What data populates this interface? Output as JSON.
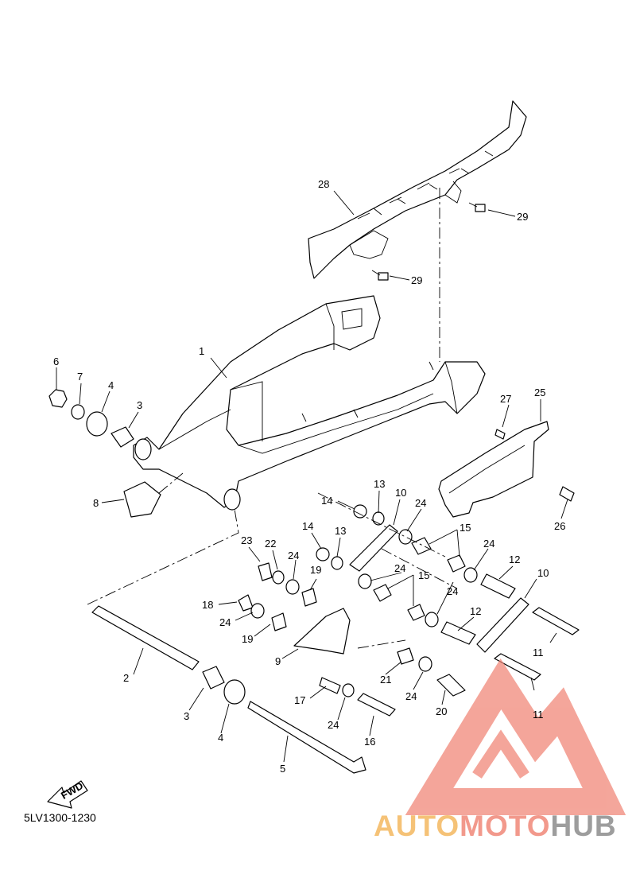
{
  "diagram_code": "5LV1300-1230",
  "fwd_label": "FWD",
  "watermark": {
    "part1": "AUTO",
    "part2": "MOTO",
    "part3": "HUB",
    "colors": {
      "auto": "#f4b860",
      "moto": "#f08878",
      "hub": "#8c8c8c",
      "logo": "#f08070"
    }
  },
  "callouts": [
    "1",
    "2",
    "3",
    "3",
    "4",
    "4",
    "5",
    "6",
    "7",
    "8",
    "9",
    "10",
    "10",
    "11",
    "11",
    "12",
    "12",
    "13",
    "13",
    "14",
    "14",
    "15",
    "15",
    "16",
    "17",
    "18",
    "19",
    "19",
    "20",
    "21",
    "22",
    "23",
    "24",
    "24",
    "24",
    "24",
    "24",
    "24",
    "24",
    "24",
    "24",
    "25",
    "26",
    "27",
    "28",
    "29",
    "29"
  ]
}
